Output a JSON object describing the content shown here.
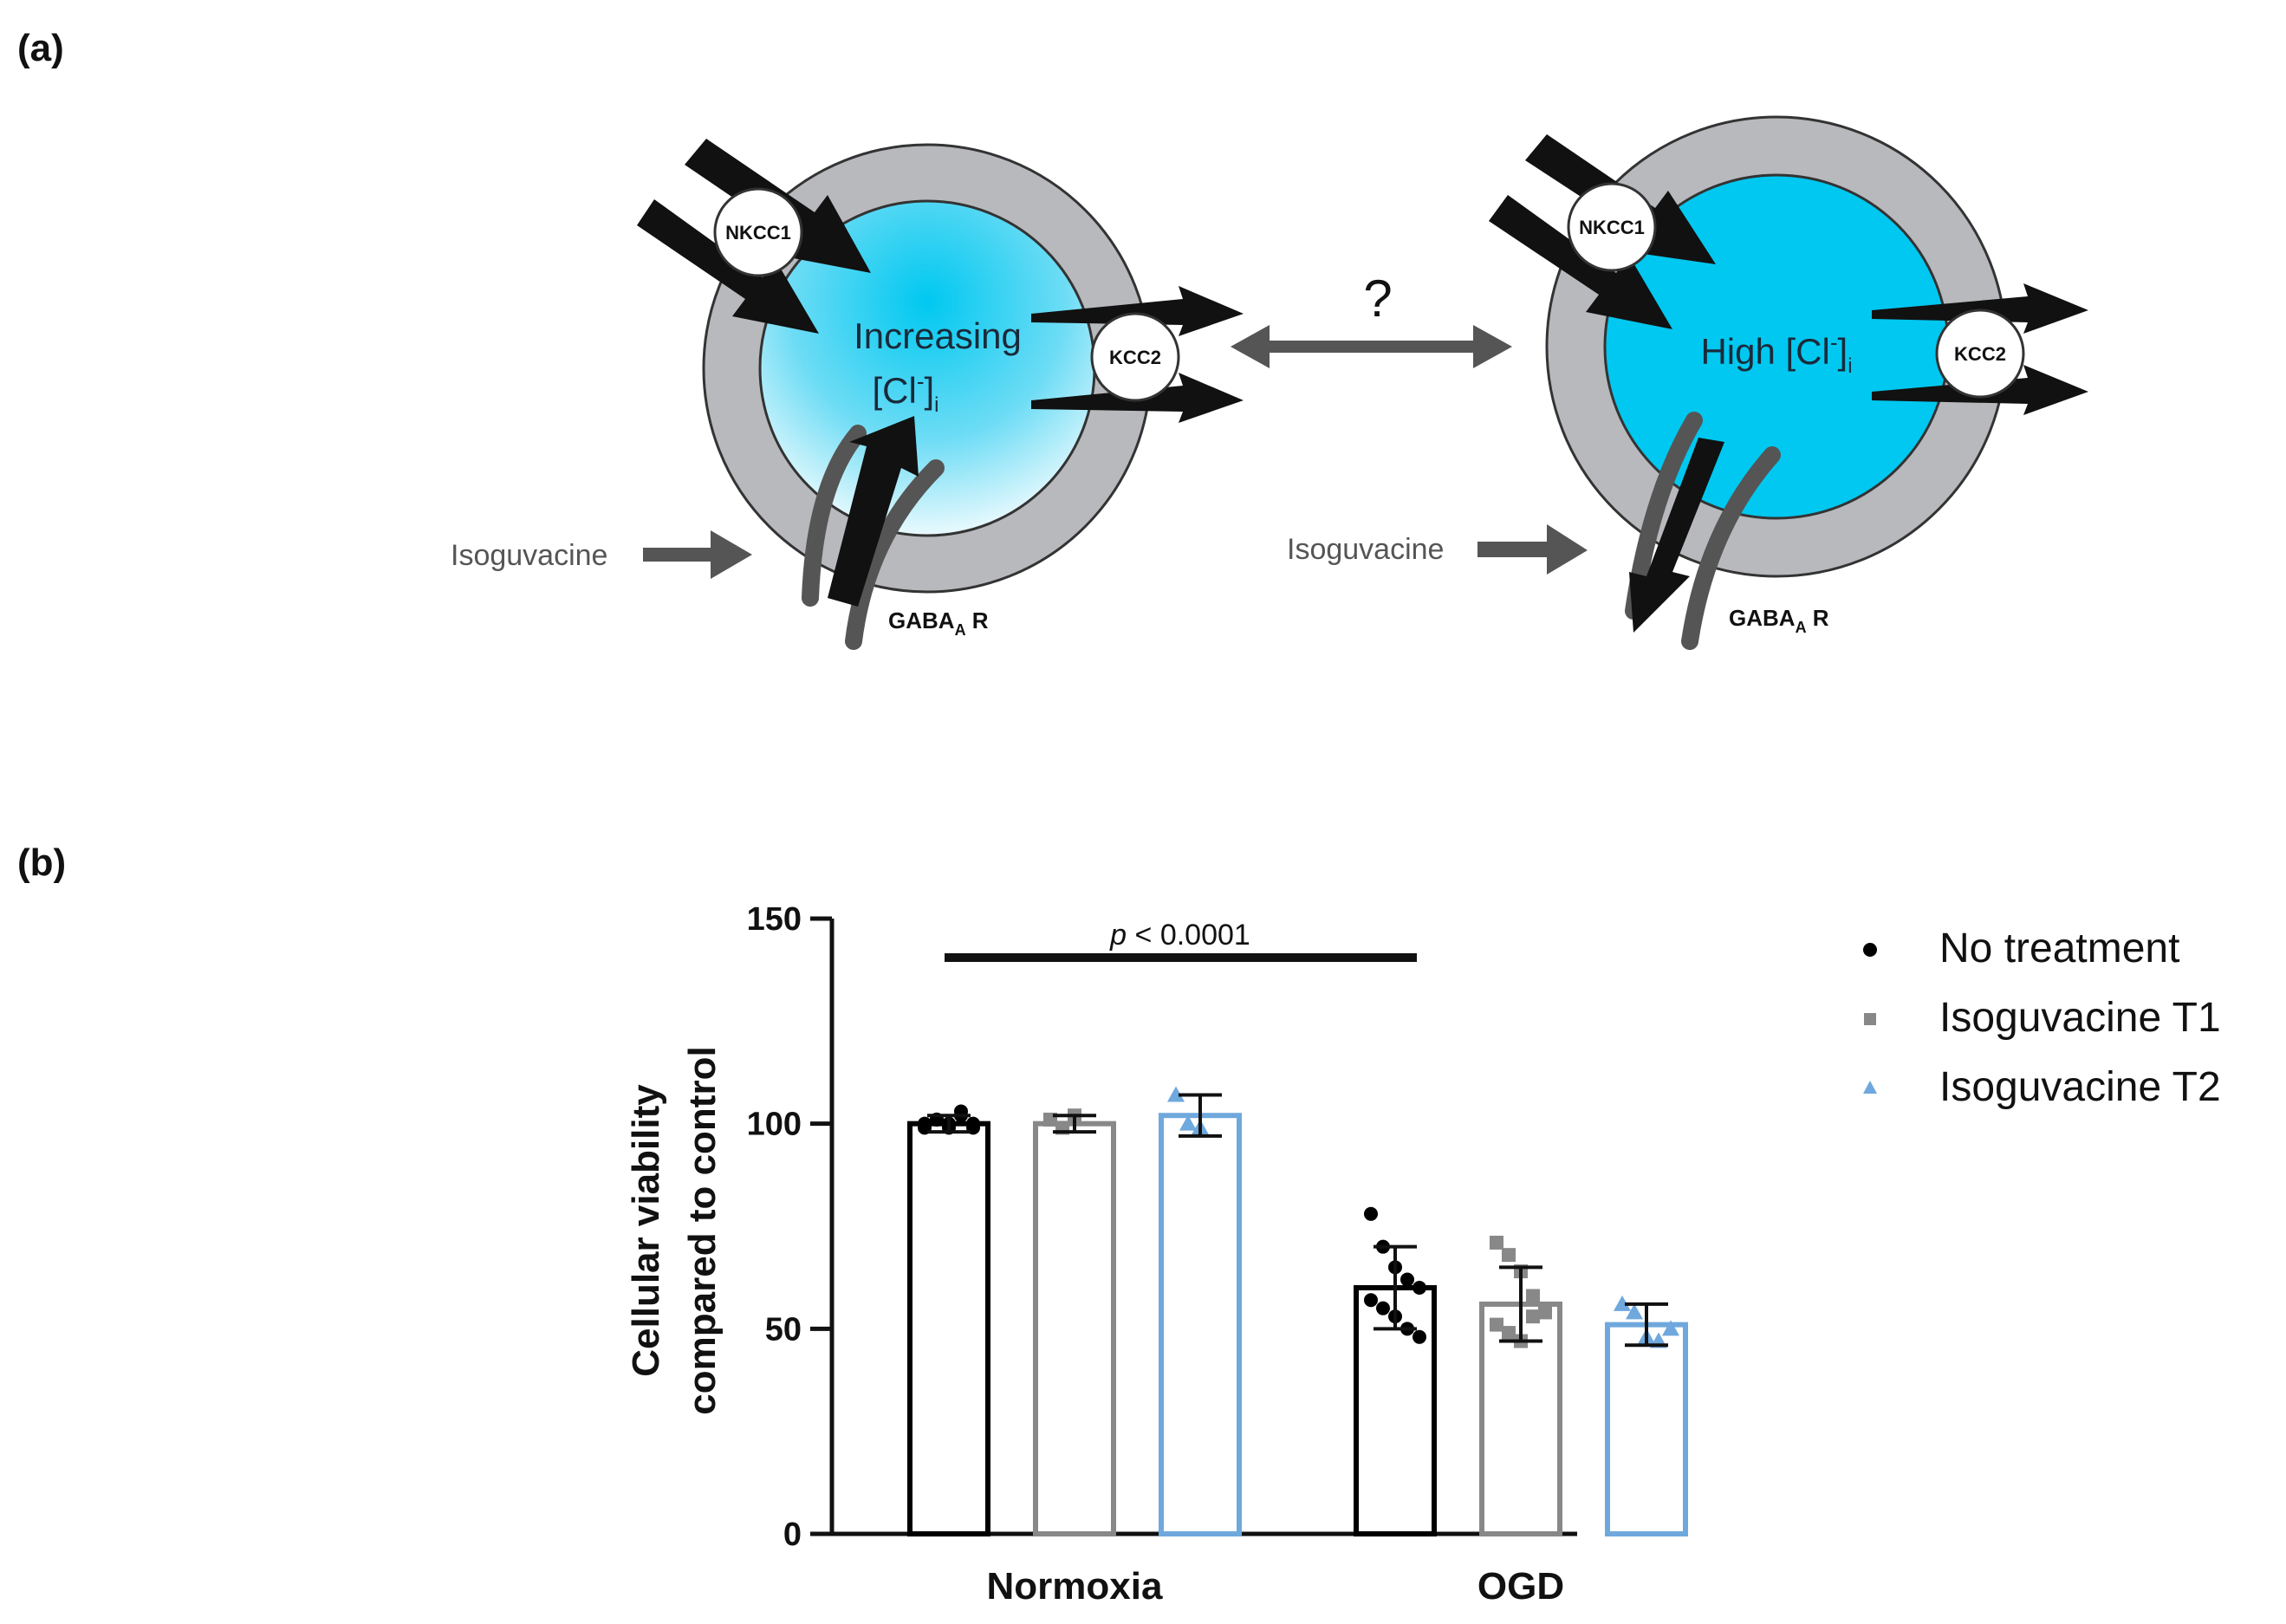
{
  "panels": {
    "a_label": "(a)",
    "b_label": "(b)"
  },
  "diagram": {
    "left_cell": {
      "line1": "Increasing",
      "line2_main": "[Cl",
      "line2_sup": "-",
      "line2_close": "]",
      "line2_sub": "i"
    },
    "right_cell": {
      "main": "High [Cl",
      "sup": "-",
      "close": "]",
      "sub": "i"
    },
    "nkcc1": "NKCC1",
    "kcc2": "KCC2",
    "gaba_main": "GABA",
    "gaba_sub": "A",
    "gaba_r": " R",
    "isoguvacine": "Isoguvacine",
    "question": "?",
    "colors": {
      "membrane": "#b8b9bd",
      "cytoplasm": "#00c8f0",
      "arrow_black": "#111111",
      "arrow_gray": "#555555"
    }
  },
  "chart_data": {
    "type": "bar",
    "categories": [
      "Normoxia",
      "OGD"
    ],
    "ylabel_line1": "Cellular viability",
    "ylabel_line2": "compared to control",
    "ylim": [
      0,
      150
    ],
    "yticks": [
      "0",
      "50",
      "100",
      "150"
    ],
    "series": [
      {
        "name": "No treatment",
        "color": "#000000",
        "marker": "circle",
        "values": [
          100,
          60
        ],
        "errors": [
          2,
          10
        ],
        "points": [
          [
            100,
            101,
            99,
            102,
            100,
            99,
            101,
            100,
            103,
            99
          ],
          [
            78,
            70,
            65,
            62,
            60,
            57,
            55,
            53,
            50,
            48
          ]
        ]
      },
      {
        "name": "Isoguvacine T1",
        "color": "#888888",
        "marker": "square",
        "values": [
          100,
          56
        ],
        "errors": [
          2,
          9
        ],
        "points": [
          [
            101,
            99,
            102
          ],
          [
            71,
            68,
            64,
            58,
            54,
            51,
            49,
            47,
            53
          ]
        ]
      },
      {
        "name": "Isoguvacine T2",
        "color": "#6fa8dc",
        "marker": "triangle",
        "values": [
          102,
          51
        ],
        "errors": [
          5,
          5
        ],
        "points": [
          [
            107,
            100,
            99
          ],
          [
            56,
            54,
            48,
            47,
            50
          ]
        ]
      }
    ],
    "significance": {
      "p_label": "p",
      "text": " < 0.0001",
      "from": "Normoxia",
      "to": "OGD"
    }
  }
}
